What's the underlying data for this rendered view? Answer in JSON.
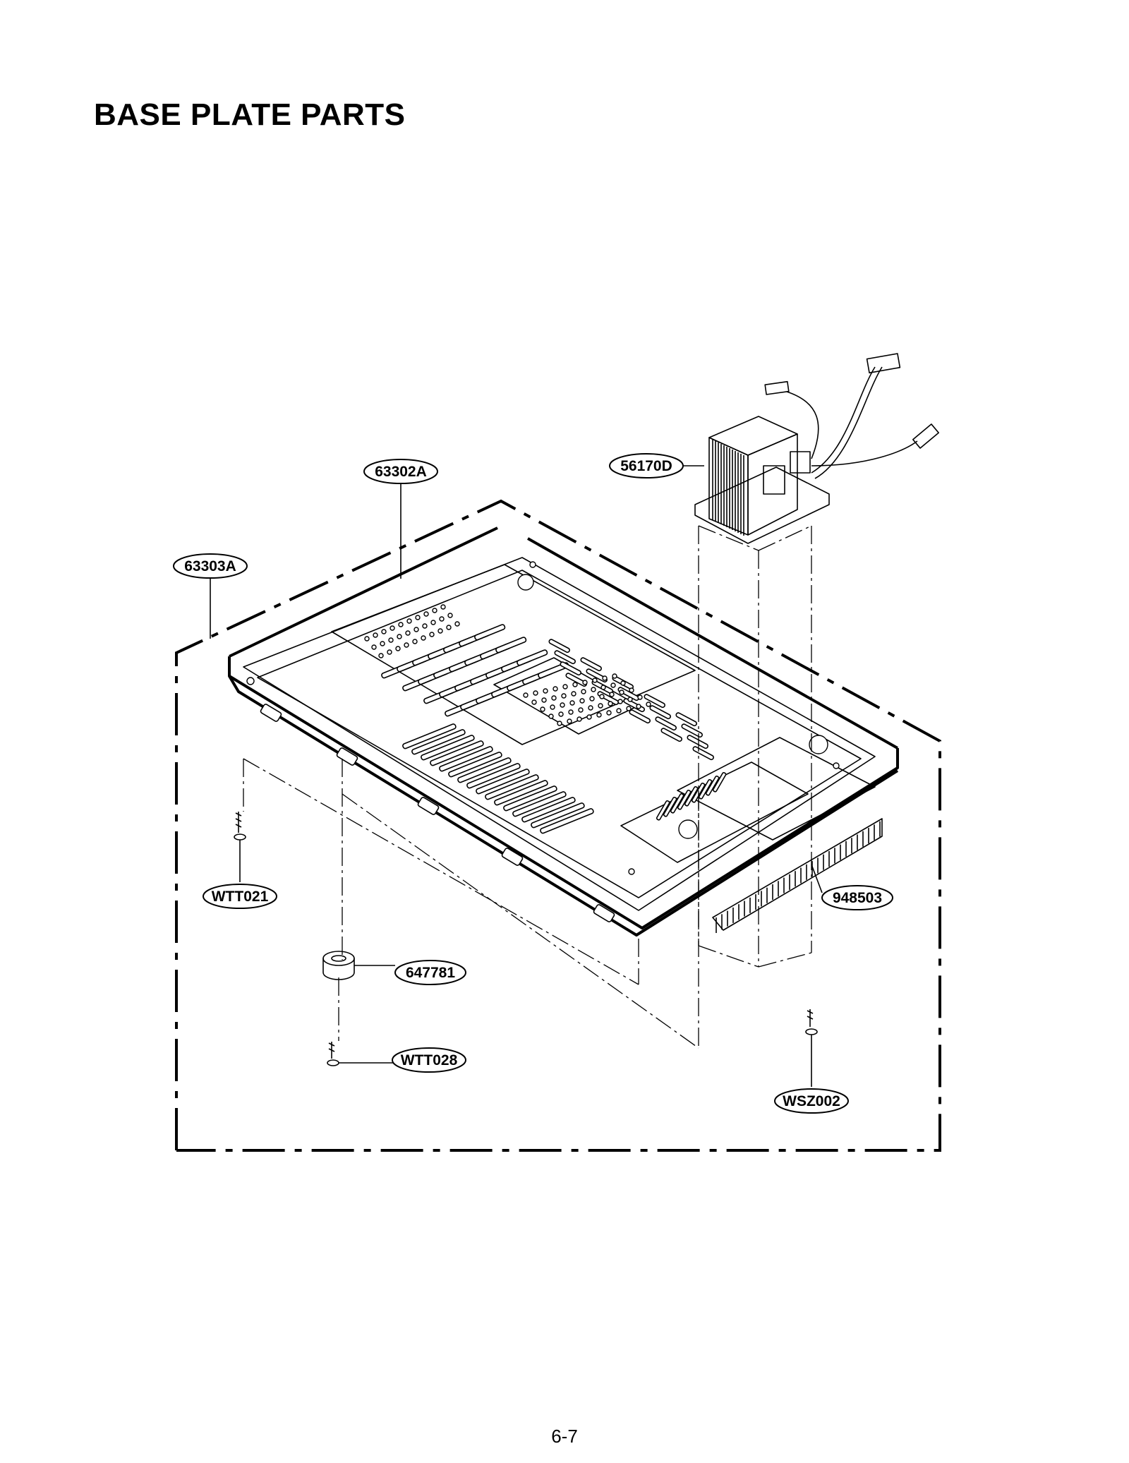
{
  "title": "BASE PLATE PARTS",
  "page_number": "6-7",
  "callouts": [
    {
      "id": "c-63302A",
      "label": "63302A"
    },
    {
      "id": "c-63303A",
      "label": "63303A"
    },
    {
      "id": "c-56170D",
      "label": "56170D"
    },
    {
      "id": "c-948503",
      "label": "948503"
    },
    {
      "id": "c-WTT021",
      "label": "WTT021"
    },
    {
      "id": "c-647781",
      "label": "647781"
    },
    {
      "id": "c-WTT028",
      "label": "WTT028"
    },
    {
      "id": "c-WSZ002",
      "label": "WSZ002"
    }
  ]
}
